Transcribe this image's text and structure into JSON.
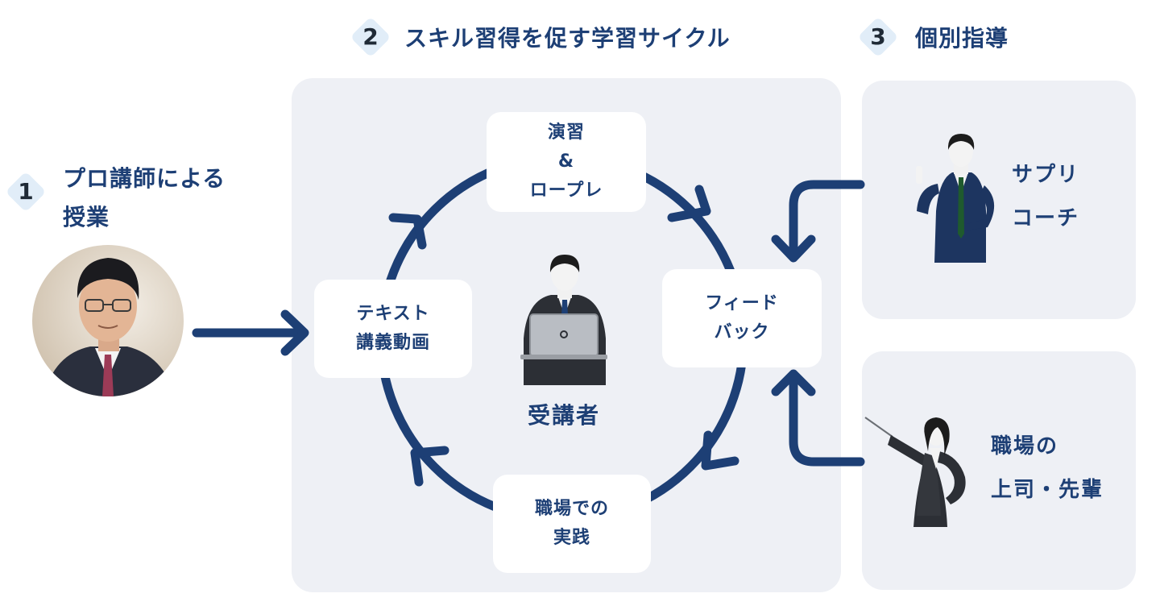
{
  "step1": {
    "number": "1",
    "title_line1": "プロ講師による",
    "title_line2": "授業"
  },
  "step2": {
    "number": "2",
    "title": "スキル習得を促す学習サイクル"
  },
  "step3": {
    "number": "3",
    "title": "個別指導"
  },
  "cycle": {
    "practice": {
      "line1": "演習",
      "line2": "&",
      "line3": "ロープレ"
    },
    "text_video": {
      "line1": "テキスト",
      "line2": "講義動画"
    },
    "feedback": {
      "line1": "フィード",
      "line2": "バック"
    },
    "workplace": {
      "line1": "職場での",
      "line2": "実践"
    },
    "center_label": "受講者"
  },
  "coach": {
    "line1": "サプリ",
    "line2": "コーチ"
  },
  "boss": {
    "line1": "職場の",
    "line2": "上司・先輩"
  },
  "colors": {
    "navy": "#1d3f75",
    "panel": "#eef0f5",
    "diamond": "#e1edf8"
  }
}
